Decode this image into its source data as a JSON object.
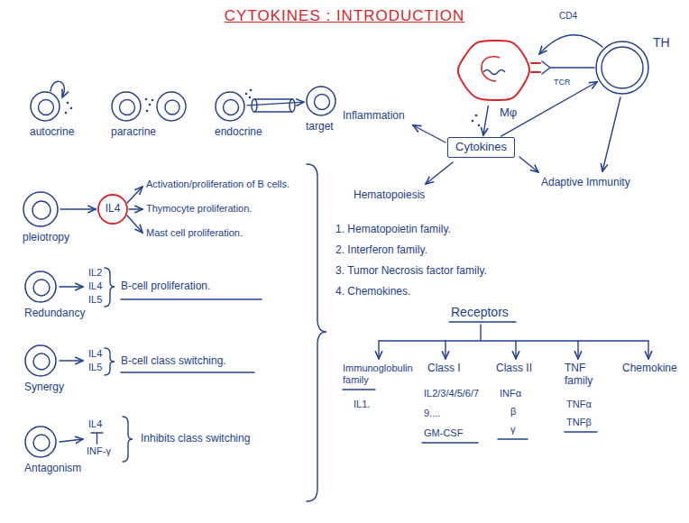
{
  "diagram": {
    "title": "CYTOKINES : INTRODUCTION",
    "nodes": [
      {
        "text": [
          "autocrine"
        ]
      },
      {
        "text": [
          "paracrine"
        ]
      },
      {
        "text": [
          "endocrine"
        ]
      },
      {
        "text": [
          "target"
        ]
      },
      {
        "text": [
          "Mφ"
        ]
      },
      {
        "text": [
          "TH"
        ]
      },
      {
        "text": [
          "Cytokines"
        ]
      },
      {
        "text": [
          "pleiotropy"
        ]
      },
      {
        "text": [
          "IL4"
        ]
      },
      {
        "text": [
          "Redundancy"
        ]
      },
      {
        "text": [
          "Synergy"
        ]
      },
      {
        "text": [
          "Antagonism"
        ]
      }
    ],
    "edges": [
      {
        "from": 2,
        "to": 3,
        "arrow": "to"
      },
      {
        "from": 4,
        "to": 6,
        "arrow": "to"
      },
      {
        "from": 6,
        "to": 5,
        "arrow": "to"
      },
      {
        "from": 7,
        "to": 8,
        "arrow": "to"
      }
    ],
    "labels": [
      "CD4",
      "TCR",
      "Inflammation",
      "Hematopoiesis",
      "Adaptive Immunity",
      "Activation/proliferation of B cells.",
      "Thymocyte proliferation.",
      "Mast cell proliferation.",
      "1. Hematopoietin family.",
      "2. Interferon family.",
      "3. Tumor Necrosis factor family.",
      "4. Chemokines.",
      "IL2",
      "IL4",
      "IL5",
      "B-cell proliferation.",
      "Receptors",
      "IL4",
      "IL5",
      "B-cell class switching.",
      "Immunoglobulin family",
      "Class I",
      "Class II",
      "TNF family",
      "Chemokine",
      "IL1.",
      "IL2/3/4/5/6/7",
      "INFα",
      "TNFα",
      "9....",
      "β",
      "TNFβ",
      "GM-CSF",
      "γ",
      "IL4",
      "INF-γ",
      "Inhibits class switching"
    ]
  }
}
